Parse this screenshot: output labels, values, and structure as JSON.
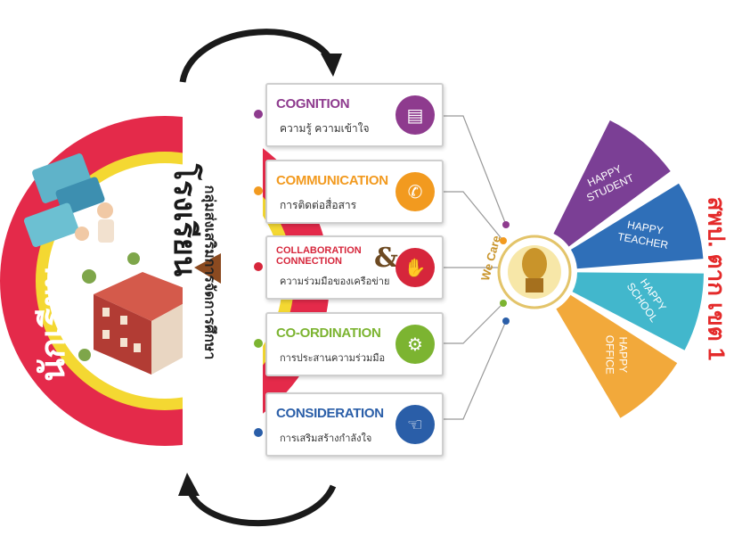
{
  "left_emblem": {
    "outer_label": "นักเรียน",
    "inner_label": "โรงเรียน",
    "colors": {
      "outer_ring": "#e42a4a",
      "middle_ring": "#f4d832",
      "inner_ring": "#ffffff"
    }
  },
  "group_label": "กลุ่มส่งเสริมการจัดการศึกษา",
  "items": [
    {
      "title": "COGNITION",
      "subtitle": "ความรู้ ความเข้าใจ",
      "color": "#8e3b8e",
      "icon": "book-icon"
    },
    {
      "title": "COMMUNICATION",
      "subtitle": "การติดต่อสื่อสาร",
      "color": "#f29a1f",
      "icon": "phone-icon"
    },
    {
      "title": "COLLABORATION",
      "title2": "CONNECTION",
      "amp": "&",
      "subtitle": "ความร่วมมือของเครือข่าย",
      "color": "#d6263b",
      "icon": "handshake-icon"
    },
    {
      "title": "CO-ORDINATION",
      "subtitle": "การประสานความร่วมมือ",
      "color": "#7cb431",
      "icon": "gears-icon"
    },
    {
      "title": "CONSIDERATION",
      "subtitle": "การเสริมสร้างกำลังใจ",
      "color": "#2a5ea8",
      "icon": "hand-icon"
    }
  ],
  "center_logo": {
    "text": "We Care"
  },
  "segments": [
    {
      "line1": "HAPPY",
      "line2": "STUDENT",
      "color": "#7b3f95"
    },
    {
      "line1": "HAPPY",
      "line2": "TEACHER",
      "color": "#2f6fb8"
    },
    {
      "line1": "HAPPY",
      "line2": "SCHOOL",
      "color": "#42b7cc"
    },
    {
      "line1": "HAPPY",
      "line2": "OFFICE",
      "color": "#f2a93b"
    }
  ],
  "org_label": "สพป. ตาก เขต 1"
}
